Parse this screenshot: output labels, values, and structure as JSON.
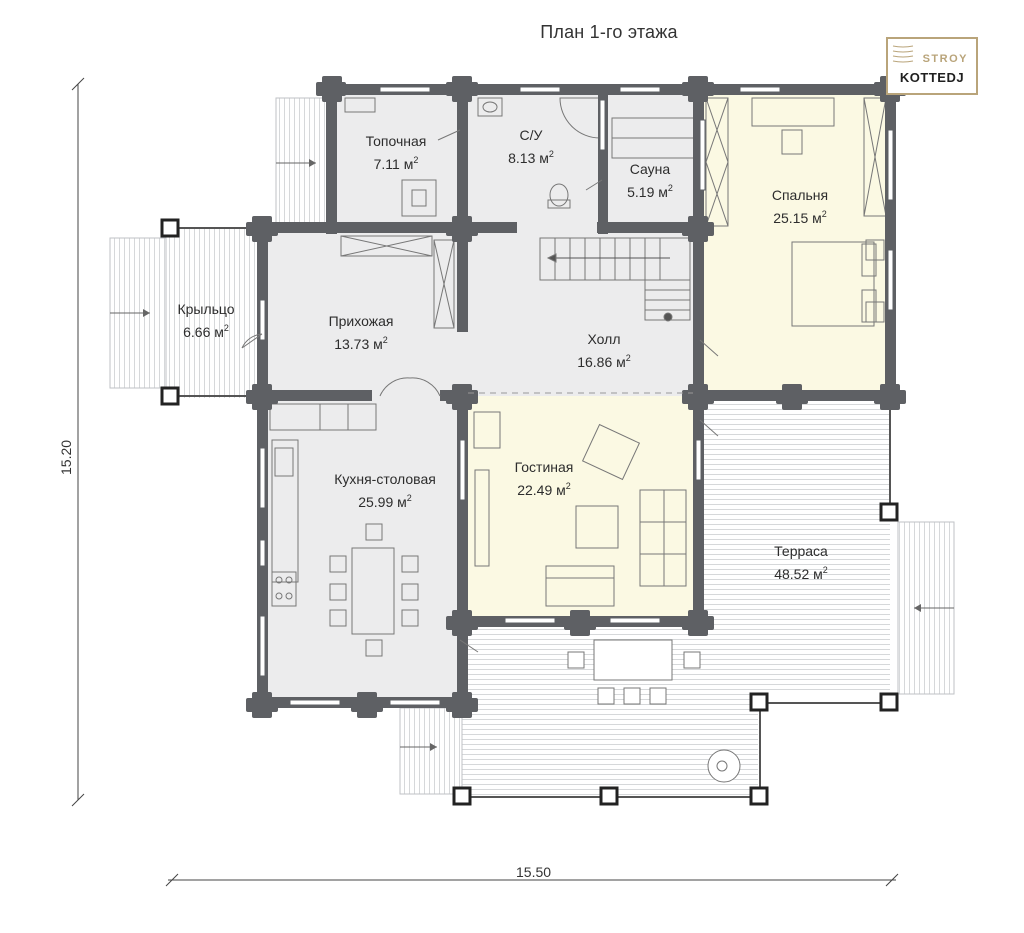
{
  "title": "План 1-го этажа",
  "logo": {
    "top": "STROY",
    "bottom": "KOTTEDJ"
  },
  "unit": "м",
  "rooms": [
    {
      "name": "Топочная",
      "area": "7.11"
    },
    {
      "name": "С/У",
      "area": "8.13"
    },
    {
      "name": "Сауна",
      "area": "5.19"
    },
    {
      "name": "Спальня",
      "area": "25.15"
    },
    {
      "name": "Крыльцо",
      "area": "6.66"
    },
    {
      "name": "Прихожая",
      "area": "13.73"
    },
    {
      "name": "Холл",
      "area": "16.86"
    },
    {
      "name": "Гостиная",
      "area": "22.49"
    },
    {
      "name": "Кухня-столовая",
      "area": "25.99"
    },
    {
      "name": "Терраса",
      "area": "48.52"
    }
  ],
  "dimensions": {
    "width": "15.50",
    "height": "15.20"
  },
  "colors": {
    "wall": "#5e6064",
    "room": "#ececed",
    "highlight": "#fbf9e3",
    "deck_line": "#d4d6d8"
  }
}
